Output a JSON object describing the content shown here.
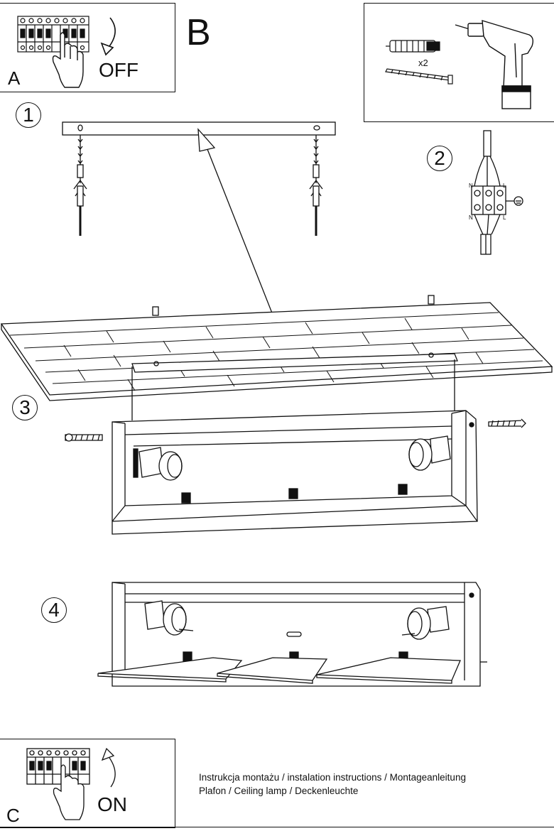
{
  "panel_a": {
    "letter": "A",
    "switch_text": "OFF"
  },
  "panel_b": {
    "letter": "B",
    "quantity": "x2"
  },
  "panel_c": {
    "letter": "C",
    "switch_text": "ON"
  },
  "steps": {
    "one": "1",
    "two": "2",
    "three": "3",
    "four": "4"
  },
  "wiring": {
    "neutral": "N",
    "live": "L"
  },
  "footer": {
    "line1": "Instrukcja montażu / instalation instructions / Montageanleitung",
    "line2": "Plafon / Ceiling lamp / Deckenleuchte"
  },
  "icons": [
    "breaker-panel-icon",
    "hand-icon",
    "arrow-down-icon",
    "arrow-up-icon",
    "wall-plug-icon",
    "screw-icon",
    "drill-icon",
    "ground-symbol-icon"
  ]
}
